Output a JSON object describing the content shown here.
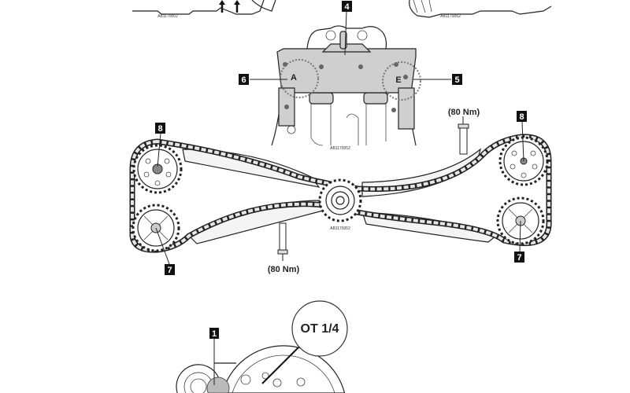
{
  "figure_codes": [
    "AB1170052",
    "AB1170052",
    "AB1170052",
    "AB1170052"
  ],
  "callouts": {
    "tool": "4",
    "left_mark": "6",
    "right_mark": "5",
    "upper_left_sprocket": "8",
    "upper_right_sprocket": "8",
    "lower_left_sprocket": "7",
    "lower_right_sprocket": "7",
    "pulley_mark": "1"
  },
  "marks": {
    "intake": "A",
    "exhaust": "E"
  },
  "torque": {
    "upper": "(80 Nm)",
    "lower": "(80 Nm)"
  },
  "tdc_label": "OT 1/4"
}
